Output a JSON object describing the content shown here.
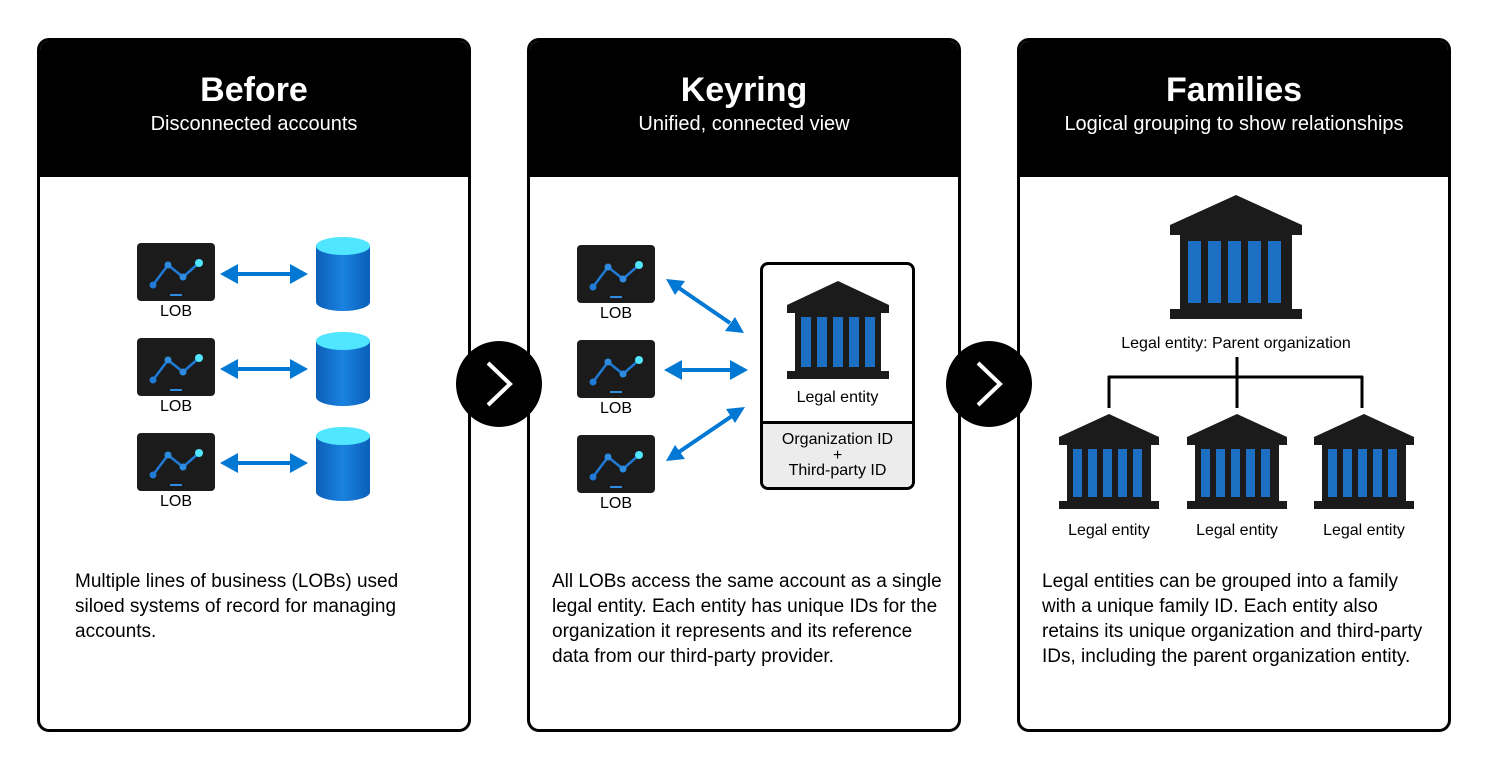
{
  "panels": [
    {
      "title": "Before",
      "subtitle": "Disconnected accounts",
      "description": "Multiple lines of business (LOBs) used siloed systems of record for managing accounts."
    },
    {
      "title": "Keyring",
      "subtitle": "Unified, connected view",
      "description": "All LOBs access the same account as a single legal entity. Each entity has unique IDs for the organization it represents and its reference data from our third-party provider."
    },
    {
      "title": "Families",
      "subtitle": "Logical grouping to show relationships",
      "description": "Legal entities can be grouped into a family with a unique family ID. Each entity also retains its unique organization and third-party IDs, including the parent organization entity."
    }
  ],
  "lob_label": "LOB",
  "keyring": {
    "legal_entity_label": "Legal entity",
    "id_line_1": "Organization ID",
    "id_plus": "+",
    "id_line_2": "Third-party ID"
  },
  "families": {
    "parent_label": "Legal entity: Parent organization",
    "child_labels": [
      "Legal entity",
      "Legal entity",
      "Legal entity"
    ]
  },
  "icons": {
    "monitor": "line-chart-monitor-icon",
    "database": "database-cylinder-icon",
    "building": "bank-building-icon",
    "arrow": "double-headed-arrow-icon",
    "next": "chevron-right-icon"
  },
  "colors": {
    "header_bg": "#000000",
    "accent_blue": "#0078d4",
    "cylinder_top": "#50e6ff",
    "building_column": "#1c6fc2",
    "id_box_bg": "#ececec"
  }
}
